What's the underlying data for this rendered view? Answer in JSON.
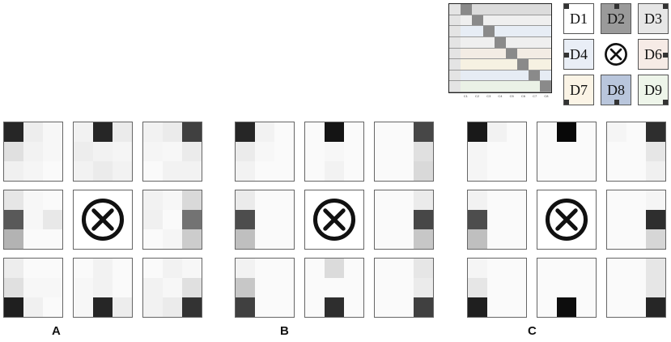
{
  "mini_table": {
    "column_labels": [
      "",
      "C1",
      "C2",
      "C3",
      "C4",
      "C5",
      "C6",
      "C7",
      "C8"
    ],
    "row_tints": [
      "#f2f2f2",
      "#dcdcdc",
      "#efefef",
      "#e7edf5",
      "#efefef",
      "#f3ece4",
      "#f6f1e2",
      "#e6ecf4",
      "#eaf1e6"
    ]
  },
  "legend": {
    "tiles": [
      {
        "label": "D1",
        "bg": "#ffffff",
        "corners": [
          "tl"
        ]
      },
      {
        "label": "D2",
        "bg": "#9a9a9a",
        "corners": [
          "tm"
        ]
      },
      {
        "label": "D3",
        "bg": "#e6e6e6",
        "corners": [
          "tr"
        ]
      },
      {
        "label": "D4",
        "bg": "#e9eef6",
        "corners": [
          "ml"
        ]
      },
      {
        "label": "",
        "bg": "#ffffff",
        "corners": [],
        "icon": "otimes"
      },
      {
        "label": "D6",
        "bg": "#f6ebe6",
        "corners": [
          "mr"
        ]
      },
      {
        "label": "D7",
        "bg": "#fbf4e6",
        "corners": [
          "bl"
        ]
      },
      {
        "label": "D8",
        "bg": "#b9c6dc",
        "corners": [
          "bm"
        ]
      },
      {
        "label": "D9",
        "bg": "#eef5ea",
        "corners": [
          "br"
        ]
      }
    ]
  },
  "panels": [
    {
      "label": "A",
      "cells": [
        [
          0.85,
          0.07,
          0.03,
          0.12,
          0.05,
          0.03,
          0.06,
          0.04,
          0.02
        ],
        [
          0.05,
          0.85,
          0.08,
          0.07,
          0.05,
          0.04,
          0.05,
          0.08,
          0.05
        ],
        [
          0.05,
          0.08,
          0.75,
          0.04,
          0.03,
          0.08,
          0.02,
          0.05,
          0.05
        ],
        [
          0.1,
          0.03,
          0.02,
          0.65,
          0.03,
          0.09,
          0.3,
          0.02,
          0.02
        ],
        null,
        [
          0.05,
          0.03,
          0.15,
          0.06,
          0.02,
          0.55,
          0.02,
          0.04,
          0.2
        ],
        [
          0.07,
          0.02,
          0.02,
          0.12,
          0.03,
          0.03,
          0.88,
          0.06,
          0.02
        ],
        [
          0.02,
          0.05,
          0.02,
          0.03,
          0.05,
          0.02,
          0.03,
          0.85,
          0.07
        ],
        [
          0.02,
          0.05,
          0.03,
          0.05,
          0.03,
          0.12,
          0.05,
          0.08,
          0.8
        ]
      ]
    },
    {
      "label": "B",
      "cells": [
        [
          0.85,
          0.05,
          0.02,
          0.08,
          0.03,
          0.02,
          0.05,
          0.02,
          0.02
        ],
        [
          0.02,
          0.92,
          0.02,
          0.02,
          0.03,
          0.02,
          0.02,
          0.05,
          0.02
        ],
        [
          0.02,
          0.02,
          0.72,
          0.02,
          0.02,
          0.12,
          0.02,
          0.02,
          0.15
        ],
        [
          0.08,
          0.02,
          0.02,
          0.7,
          0.02,
          0.02,
          0.25,
          0.02,
          0.02
        ],
        null,
        [
          0.02,
          0.02,
          0.08,
          0.02,
          0.02,
          0.72,
          0.02,
          0.02,
          0.22
        ],
        [
          0.05,
          0.02,
          0.02,
          0.22,
          0.02,
          0.02,
          0.75,
          0.02,
          0.02
        ],
        [
          0.02,
          0.14,
          0.02,
          0.02,
          0.02,
          0.02,
          0.02,
          0.82,
          0.02
        ],
        [
          0.02,
          0.02,
          0.1,
          0.02,
          0.02,
          0.08,
          0.02,
          0.02,
          0.75
        ]
      ]
    },
    {
      "label": "C",
      "cells": [
        [
          0.9,
          0.05,
          0.02,
          0.04,
          0.02,
          0.02,
          0.04,
          0.02,
          0.02
        ],
        [
          0.02,
          0.97,
          0.02,
          0.02,
          0.02,
          0.02,
          0.02,
          0.02,
          0.02
        ],
        [
          0.04,
          0.02,
          0.82,
          0.02,
          0.02,
          0.1,
          0.02,
          0.02,
          0.06
        ],
        [
          0.05,
          0.02,
          0.02,
          0.7,
          0.02,
          0.02,
          0.25,
          0.02,
          0.02
        ],
        null,
        [
          0.02,
          0.02,
          0.04,
          0.02,
          0.02,
          0.82,
          0.02,
          0.02,
          0.16
        ],
        [
          0.04,
          0.02,
          0.02,
          0.1,
          0.02,
          0.02,
          0.88,
          0.02,
          0.02
        ],
        [
          0.02,
          0.02,
          0.02,
          0.02,
          0.02,
          0.02,
          0.02,
          0.95,
          0.02
        ],
        [
          0.02,
          0.02,
          0.1,
          0.02,
          0.02,
          0.1,
          0.02,
          0.02,
          0.85
        ]
      ]
    }
  ]
}
